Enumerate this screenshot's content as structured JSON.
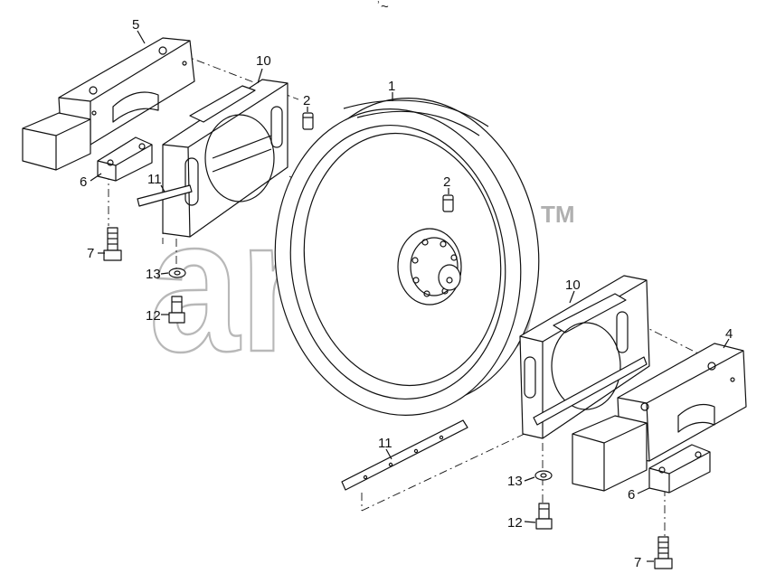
{
  "header_mark": "ʾ~",
  "watermark": {
    "text": "andb",
    "trademark": "TM"
  },
  "callouts": [
    {
      "id": "c5",
      "label": "5"
    },
    {
      "id": "c10a",
      "label": "10"
    },
    {
      "id": "c1",
      "label": "1"
    },
    {
      "id": "c2a",
      "label": "2"
    },
    {
      "id": "c2b",
      "label": "2"
    },
    {
      "id": "c6a",
      "label": "6"
    },
    {
      "id": "c11a",
      "label": "11"
    },
    {
      "id": "c7a",
      "label": "7"
    },
    {
      "id": "c13a",
      "label": "13"
    },
    {
      "id": "c12a",
      "label": "12"
    },
    {
      "id": "c10b",
      "label": "10"
    },
    {
      "id": "c4",
      "label": "4"
    },
    {
      "id": "c11b",
      "label": "11"
    },
    {
      "id": "c13b",
      "label": "13"
    },
    {
      "id": "c6b",
      "label": "6"
    },
    {
      "id": "c12b",
      "label": "12"
    },
    {
      "id": "c7b",
      "label": "7"
    }
  ]
}
